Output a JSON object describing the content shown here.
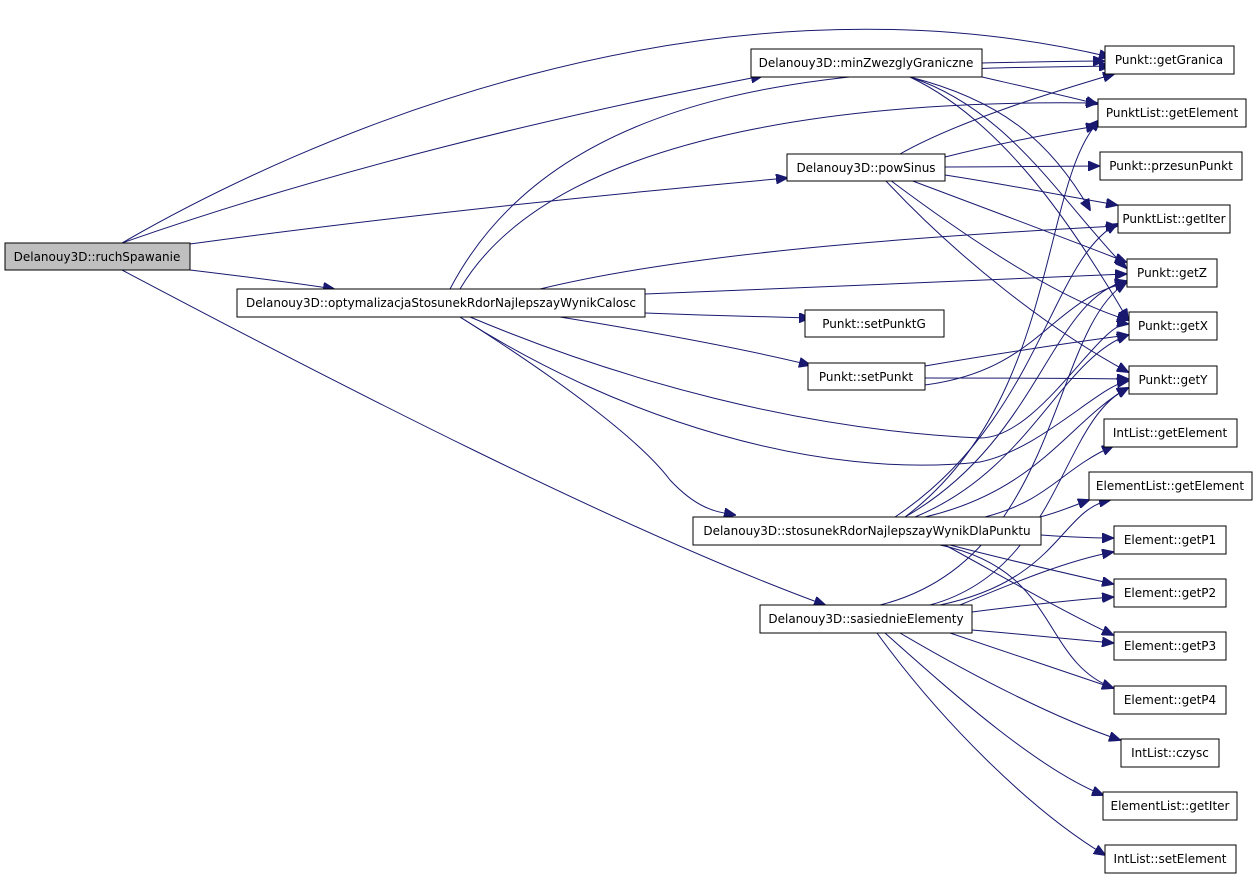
{
  "colors": {
    "edge": "#191970",
    "root_fill": "#bfbfbf",
    "node_fill": "#ffffff",
    "node_border": "#000000"
  },
  "nodes": {
    "ruchSpawanie": "Delanouy3D::ruchSpawanie",
    "optymalizacja": "Delanouy3D::optymalizacjaStosunekRdorNajlepszayWynikCalosc",
    "minZwezgly": "Delanouy3D::minZwezglyGraniczne",
    "powSinus": "Delanouy3D::powSinus",
    "stosunek": "Delanouy3D::stosunekRdorNajlepszayWynikDlaPunktu",
    "sasiednie": "Delanouy3D::sasiednieElementy",
    "setPunktG": "Punkt::setPunktG",
    "setPunkt": "Punkt::setPunkt",
    "getGranica": "Punkt::getGranica",
    "pl_getElement": "PunktList::getElement",
    "przesunPunkt": "Punkt::przesunPunkt",
    "pl_getIter": "PunktList::getIter",
    "getZ": "Punkt::getZ",
    "getX": "Punkt::getX",
    "getY": "Punkt::getY",
    "il_getElement": "IntList::getElement",
    "el_getElement": "ElementList::getElement",
    "getP1": "Element::getP1",
    "getP2": "Element::getP2",
    "getP3": "Element::getP3",
    "getP4": "Element::getP4",
    "czysc": "IntList::czysc",
    "el_getIter": "ElementList::getIter",
    "il_setElement": "IntList::setElement"
  }
}
